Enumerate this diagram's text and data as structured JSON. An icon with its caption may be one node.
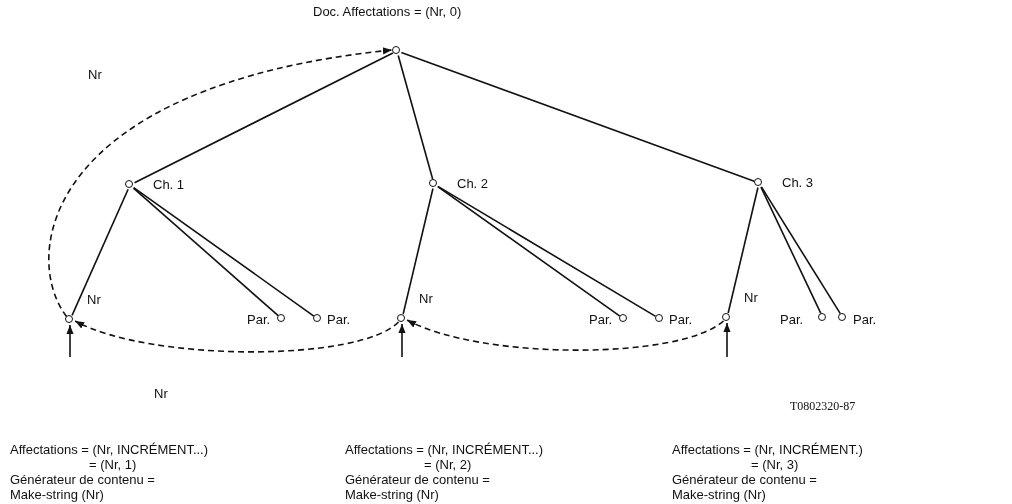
{
  "diagram": {
    "nodes": [
      {
        "text": [],
        "shape": "circle",
        "beside": [
          "Doc. Affectations = (Nr, 0)"
        ]
      },
      {
        "text": [],
        "shape": "circle",
        "beside": [
          "Ch. 1"
        ]
      },
      {
        "text": [],
        "shape": "circle",
        "beside": [
          "Ch. 2"
        ]
      },
      {
        "text": [],
        "shape": "circle",
        "beside": [
          "Ch. 3"
        ]
      },
      {
        "text": [],
        "shape": "circle",
        "beside": [
          "Nr"
        ]
      },
      {
        "text": [],
        "shape": "circle",
        "beside": [
          "Par."
        ]
      },
      {
        "text": [],
        "shape": "circle",
        "beside": [
          "Par."
        ]
      },
      {
        "text": [],
        "shape": "circle",
        "beside": [
          "Nr"
        ]
      },
      {
        "text": [],
        "shape": "circle",
        "beside": [
          "Par."
        ]
      },
      {
        "text": [],
        "shape": "circle",
        "beside": [
          "Par."
        ]
      },
      {
        "text": [],
        "shape": "circle",
        "beside": [
          "Nr"
        ]
      },
      {
        "text": [],
        "shape": "circle",
        "beside": [
          "Par."
        ]
      },
      {
        "text": [],
        "shape": "circle",
        "beside": [
          "Par."
        ]
      }
    ],
    "edges": [
      {
        "from": 0,
        "to": 1,
        "arrow": "none"
      },
      {
        "from": 0,
        "to": 2,
        "arrow": "none"
      },
      {
        "from": 0,
        "to": 3,
        "arrow": "none"
      },
      {
        "from": 1,
        "to": 4,
        "arrow": "none"
      },
      {
        "from": 1,
        "to": 5,
        "arrow": "none"
      },
      {
        "from": 1,
        "to": 6,
        "arrow": "none"
      },
      {
        "from": 2,
        "to": 7,
        "arrow": "none"
      },
      {
        "from": 2,
        "to": 8,
        "arrow": "none"
      },
      {
        "from": 2,
        "to": 9,
        "arrow": "none"
      },
      {
        "from": 3,
        "to": 10,
        "arrow": "none"
      },
      {
        "from": 3,
        "to": 11,
        "arrow": "none"
      },
      {
        "from": 3,
        "to": 12,
        "arrow": "none"
      },
      {
        "from": 4,
        "to": 0,
        "arrow": "to",
        "label": "Nr",
        "style": "dashed"
      },
      {
        "from": 7,
        "to": 4,
        "arrow": "to",
        "label": "Nr",
        "style": "dashed"
      },
      {
        "from": 10,
        "to": 7,
        "arrow": "to",
        "style": "dashed"
      },
      {
        "from": null,
        "to": 4,
        "arrow": "to"
      },
      {
        "from": null,
        "to": 7,
        "arrow": "to"
      },
      {
        "from": null,
        "to": 10,
        "arrow": "to"
      }
    ],
    "labels": [
      "T0802320-87",
      "Affectations = (Nr, INCRÉMENT...)",
      "= (Nr, 1)",
      "Générateur de contenu =",
      "Make-string (Nr)",
      "Affectations = (Nr, INCRÉMENT...)",
      "= (Nr, 2)",
      "Générateur de contenu =",
      "Make-string (Nr)",
      "Affectations = (Nr, INCRÉMENT.)",
      "= (Nr, 3)",
      "Générateur de contenu =",
      "Make-string (Nr)"
    ]
  }
}
